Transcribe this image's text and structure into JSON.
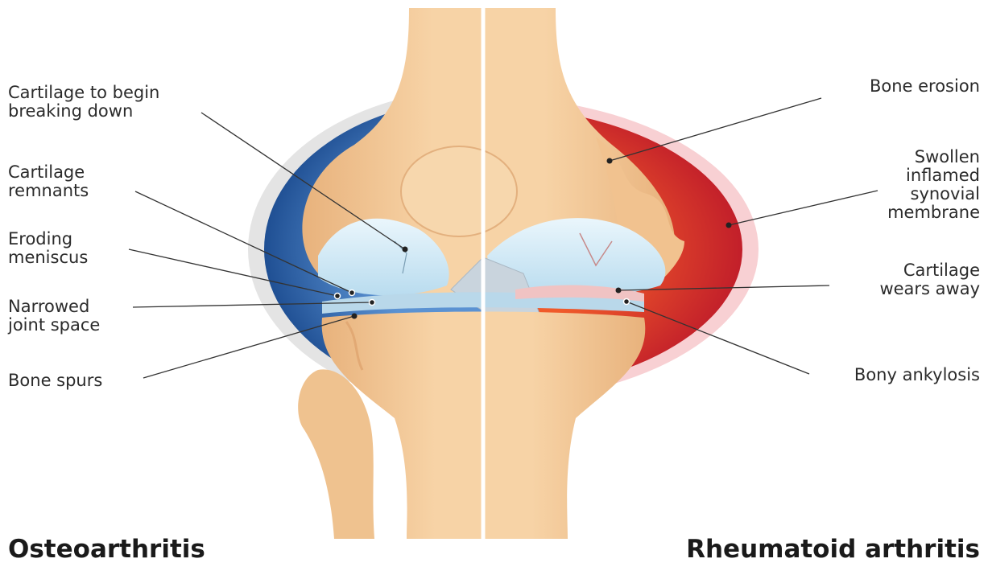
{
  "left_labels": [
    {
      "id": "cartilage-breaking",
      "text": "Cartilage to begin\nbreaking down"
    },
    {
      "id": "cartilage-remnants",
      "text": "Cartilage\nremnants"
    },
    {
      "id": "eroding-meniscus",
      "text": "Eroding\nmeniscus"
    },
    {
      "id": "narrowed-joint-space",
      "text": "Narrowed\njoint space"
    },
    {
      "id": "bone-spurs",
      "text": "Bone spurs"
    }
  ],
  "right_labels": [
    {
      "id": "bone-erosion",
      "text": "Bone erosion"
    },
    {
      "id": "swollen-synovial-membrane",
      "text": "Swollen\ninflamed\nsynovial\nmembrane"
    },
    {
      "id": "cartilage-wears-away",
      "text": "Cartilage\nwears away"
    },
    {
      "id": "bony-ankylosis",
      "text": "Bony ankylosis"
    }
  ],
  "captions": {
    "left": "Osteoarthritis",
    "right": "Rheumatoid arthritis"
  },
  "colors": {
    "bone": "#f5cf9f",
    "bone_shadow": "#e6ad76",
    "cartilage": "#cfe9f6",
    "oa_membrane": "#3b73b5",
    "ra_membrane": "#d9302a",
    "ra_halo": "#f6c9cc",
    "oa_halo": "#e3e3e3"
  }
}
